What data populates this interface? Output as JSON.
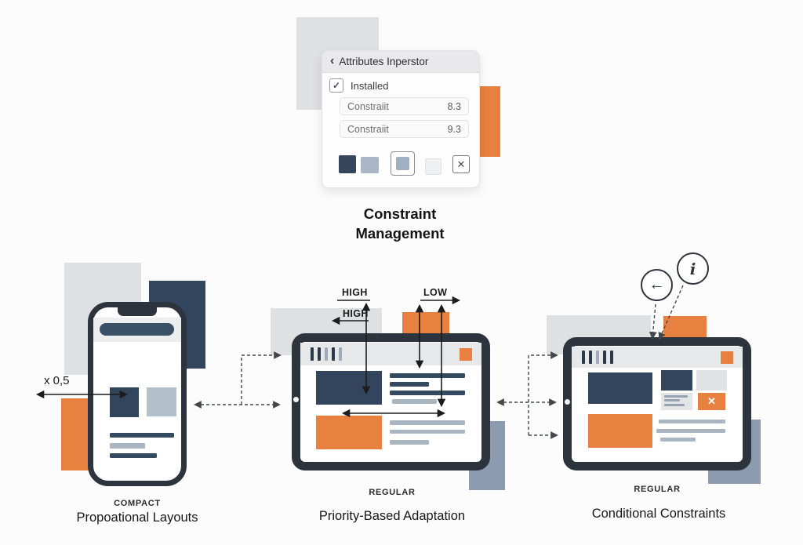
{
  "colors": {
    "navy": "#32455c",
    "orange": "#e8803f",
    "device_frame": "#2e343d",
    "light_gray": "#dee0e2",
    "slate_blue": "#8d9bb0",
    "line_light": "#a9b5c1"
  },
  "inspector_panel": {
    "back_icon": "‹",
    "title": "Attributes Inperstor",
    "checkbox": {
      "check_icon": "✓",
      "label": "Installed"
    },
    "fields": [
      {
        "label": "Constraiit",
        "value": "8.3"
      },
      {
        "label": "Constraiit",
        "value": "9.3"
      }
    ],
    "close_icon": "✕"
  },
  "heading": "Constraint Management",
  "proportional": {
    "multiplier_label": "x 0,5",
    "tag": "COMPACT",
    "title": "Propoational Layouts"
  },
  "priority": {
    "high_label_top": "HIGH",
    "high_label_inner": "HIGH",
    "low_label": "LOW",
    "tag": "REGULAR",
    "title": "Priority-Based Adaptation"
  },
  "conditional": {
    "back_circle_icon": "←",
    "info_circle_icon": "i",
    "close_icon": "✕",
    "tag": "REGULAR",
    "title": "Conditional Constraints"
  }
}
